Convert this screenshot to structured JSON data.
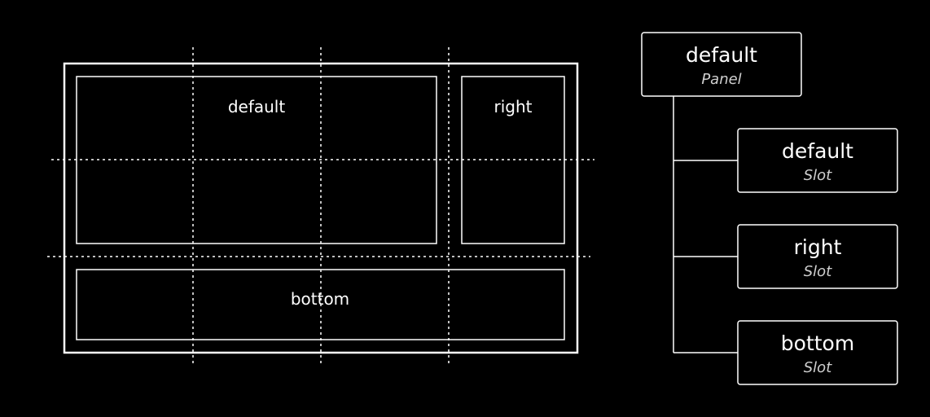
{
  "layout": {
    "slots": {
      "default": "default",
      "right": "right",
      "bottom": "bottom"
    }
  },
  "tree": {
    "root": {
      "title": "default",
      "type": "Panel"
    },
    "children": [
      {
        "title": "default",
        "type": "Slot"
      },
      {
        "title": "right",
        "type": "Slot"
      },
      {
        "title": "bottom",
        "type": "Slot"
      }
    ]
  },
  "colors": {
    "background": "#000000",
    "stroke": "#ffffff"
  }
}
